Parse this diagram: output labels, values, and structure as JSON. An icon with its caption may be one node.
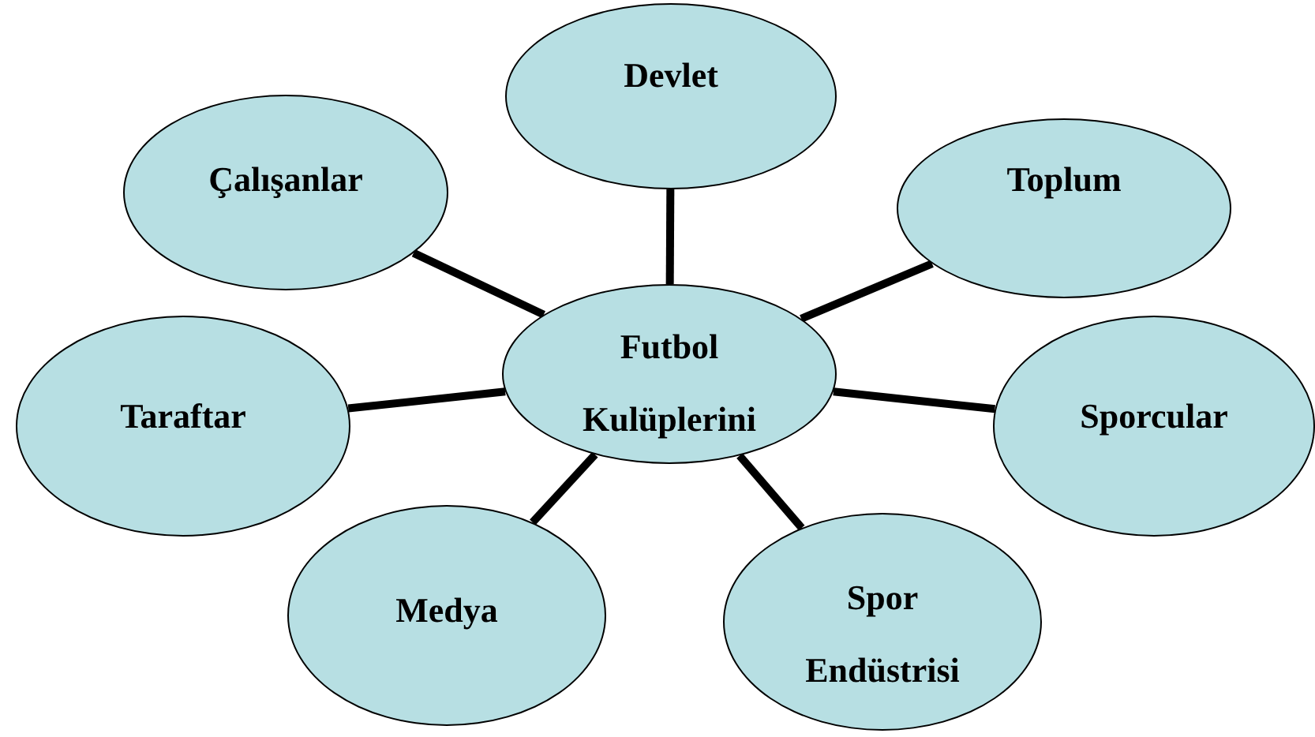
{
  "diagram": {
    "nodes": [
      {
        "text": [
          "Devlet"
        ]
      },
      {
        "text": [
          "Çalışanlar"
        ]
      },
      {
        "text": [
          "Toplum"
        ]
      },
      {
        "text": [
          "Futbol Kulüplerini"
        ]
      },
      {
        "text": [
          "Taraftar"
        ]
      },
      {
        "text": [
          "Sporcular"
        ]
      },
      {
        "text": [
          "Medya"
        ]
      },
      {
        "text": [
          "Spor Endüstrisi"
        ]
      }
    ],
    "edges": [
      {
        "from": 3,
        "to": 0,
        "arrow": "none"
      },
      {
        "from": 3,
        "to": 1,
        "arrow": "none"
      },
      {
        "from": 3,
        "to": 2,
        "arrow": "none"
      },
      {
        "from": 3,
        "to": 4,
        "arrow": "none"
      },
      {
        "from": 3,
        "to": 5,
        "arrow": "none"
      },
      {
        "from": 3,
        "to": 6,
        "arrow": "none"
      },
      {
        "from": 3,
        "to": 7,
        "arrow": "none"
      }
    ]
  }
}
